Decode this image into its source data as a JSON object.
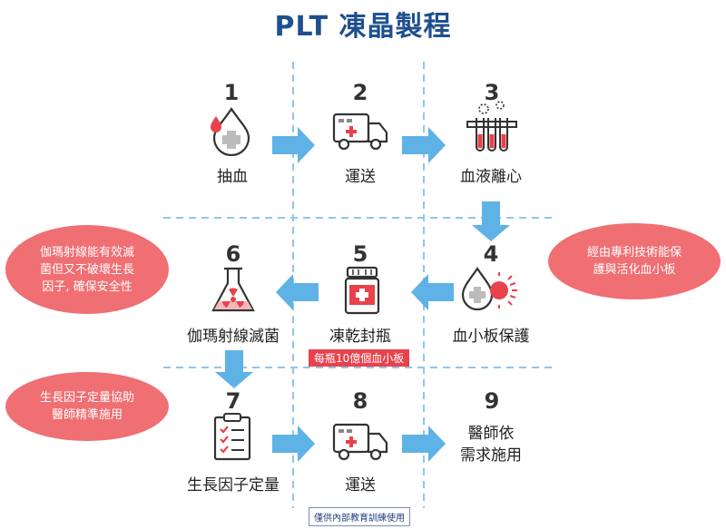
{
  "title": "PLT 凍晶製程",
  "steps": [
    {
      "num": "1",
      "label": "抽血",
      "icon": "blood-drop-icon"
    },
    {
      "num": "2",
      "label": "運送",
      "icon": "ambulance-icon"
    },
    {
      "num": "3",
      "label": "血液離心",
      "icon": "test-tubes-icon"
    },
    {
      "num": "4",
      "label": "血小板保護",
      "icon": "platelet-drop-icon"
    },
    {
      "num": "5",
      "label": "凍乾封瓶",
      "icon": "medicine-bottle-icon"
    },
    {
      "num": "6",
      "label": "伽瑪射線滅菌",
      "icon": "flask-radiation-icon"
    },
    {
      "num": "7",
      "label": "生長因子定量",
      "icon": "clipboard-checklist-icon"
    },
    {
      "num": "8",
      "label": "運送",
      "icon": "ambulance-icon"
    },
    {
      "num": "9",
      "label_line1": "醫師依",
      "label_line2": "需求施用"
    }
  ],
  "step5_tag": "每瓶10億個血小板",
  "bubbles": {
    "right": {
      "line1": "經由專利技術能保",
      "line2": "護與活化血小板"
    },
    "left_top": {
      "line1": "伽瑪射線能有效滅",
      "line2": "菌但又不破壞生長",
      "line3": "因子, 確保安全性"
    },
    "left_bottom": {
      "line1": "生長因子定量協助",
      "line2": "醫師精準施用"
    }
  },
  "footer_note": "僅供內部教育訓練使用",
  "colors": {
    "arrow": "#5fb2e6",
    "accent": "#e8424c",
    "title": "#1f4f8f",
    "grid": "#8fc6ea"
  }
}
